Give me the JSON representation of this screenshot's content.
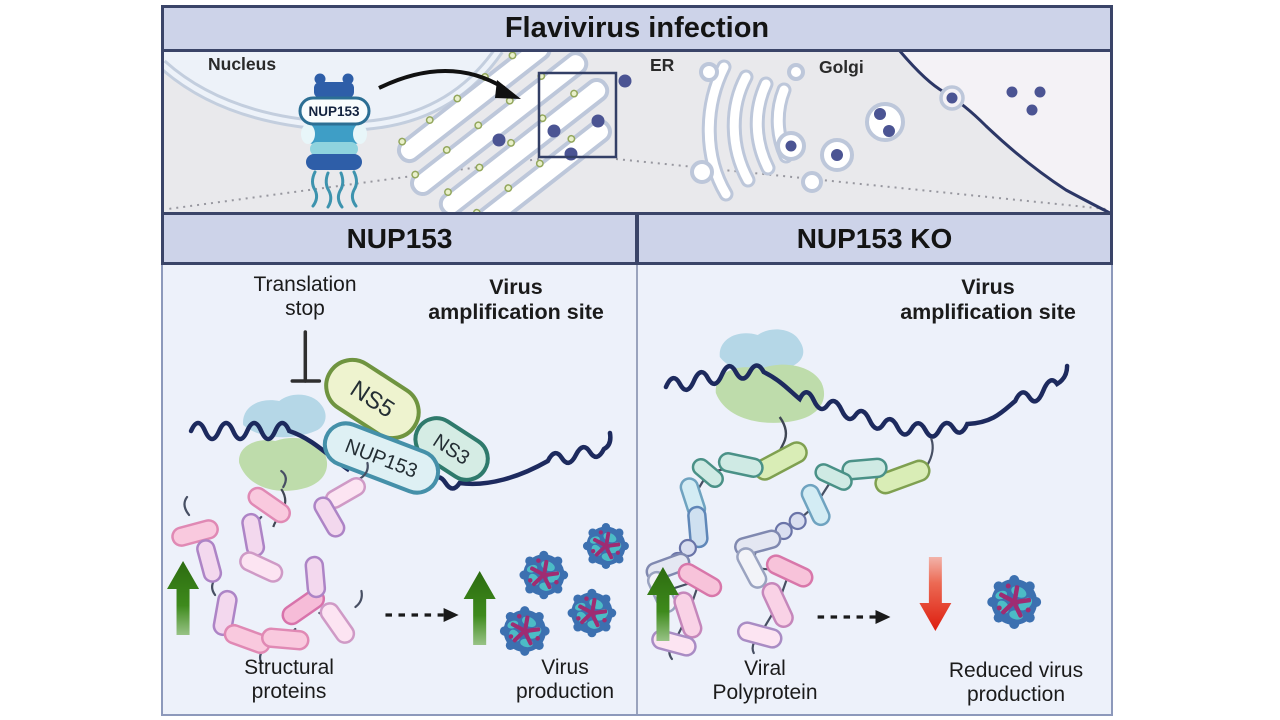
{
  "figure": {
    "title": "Flavivirus infection",
    "cell": {
      "nucleus_label": "Nucleus",
      "npc_label": "NUP153",
      "er_label": "ER",
      "golgi_label": "Golgi"
    },
    "left_panel": {
      "header": "NUP153",
      "translation_lines": [
        "Translation",
        "stop"
      ],
      "amplification_lines": [
        "Virus",
        "amplification site"
      ],
      "ns5_label": "NS5",
      "ns3_label": "NS3",
      "nup153_label": "NUP153",
      "structural_lines": [
        "Structural",
        "proteins"
      ],
      "production_lines": [
        "Virus",
        "production"
      ]
    },
    "right_panel": {
      "header": "NUP153 KO",
      "amplification_lines": [
        "Virus",
        "amplification site"
      ],
      "polyprotein_lines": [
        "Viral",
        "Polyprotein"
      ],
      "reduced_lines": [
        "Reduced virus",
        "production"
      ]
    },
    "colors": {
      "header_bg": "#cdd3e9",
      "panel_bg": "#edf1fa",
      "cytoplasm_bg": "#e9e9ec",
      "nucleus_bg": "#edf2f9",
      "rna": "#1d2a5e",
      "up_arrow_green": "#2c6b10",
      "down_arrow_red": "#dd1d0e",
      "ns5_fill": "#eef3cf",
      "ns3_fill": "#d5ece4",
      "nup153_fill": "#def0f4",
      "virion_blue": "#3c70b0",
      "virion_teal": "#4cbcc6",
      "virion_magenta": "#9f2c72"
    }
  }
}
